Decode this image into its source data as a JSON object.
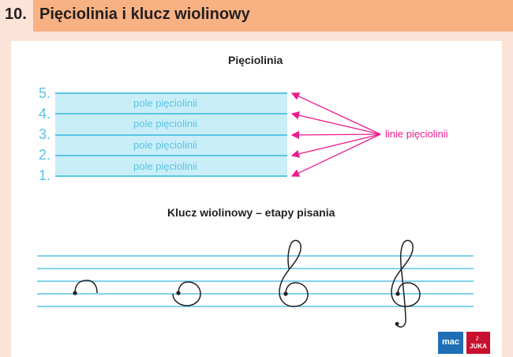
{
  "header": {
    "number": "10.",
    "title": "Pięciolinia i klucz wiolinowy"
  },
  "staff_section": {
    "title": "Pięciolinia",
    "line_numbers": [
      "5.",
      "4.",
      "3.",
      "2.",
      "1."
    ],
    "field_labels": [
      "pole pięciolinii",
      "pole pięciolinii",
      "pole pięciolinii",
      "pole pięciolinii"
    ],
    "lines_label": "linie pięciolinii"
  },
  "clef_section": {
    "title": "Klucz wiolinowy – etapy pisania"
  },
  "logos": {
    "mac": "mac",
    "juka": "JUKA"
  },
  "colors": {
    "staff_line": "#5bc4e6",
    "staff_field": "#c9eef7",
    "arrow": "#ec1c8c",
    "header": "#f8b183",
    "background": "#fbe3d8"
  }
}
